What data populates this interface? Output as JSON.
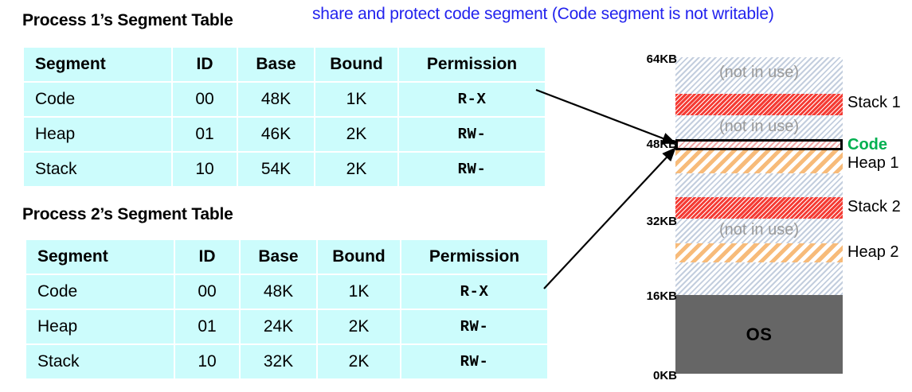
{
  "annotation": {
    "blue_note": "share and protect code segment (Code segment is not writable)"
  },
  "tables": [
    {
      "title": "Process 1’s Segment Table",
      "columns": [
        "Segment",
        "ID",
        "Base",
        "Bound",
        "Permission"
      ],
      "rows": [
        {
          "segment": "Code",
          "id": "00",
          "base": "48K",
          "bound": "1K",
          "permission": "R-X"
        },
        {
          "segment": "Heap",
          "id": "01",
          "base": "46K",
          "bound": "2K",
          "permission": "RW-"
        },
        {
          "segment": "Stack",
          "id": "10",
          "base": "54K",
          "bound": "2K",
          "permission": "RW-"
        }
      ]
    },
    {
      "title": "Process 2’s Segment Table",
      "columns": [
        "Segment",
        "ID",
        "Base",
        "Bound",
        "Permission"
      ],
      "rows": [
        {
          "segment": "Code",
          "id": "00",
          "base": "48K",
          "bound": "1K",
          "permission": "R-X"
        },
        {
          "segment": "Heap",
          "id": "01",
          "base": "24K",
          "bound": "2K",
          "permission": "RW-"
        },
        {
          "segment": "Stack",
          "id": "10",
          "base": "32K",
          "bound": "2K",
          "permission": "RW-"
        }
      ]
    }
  ],
  "memory_map": {
    "axis_labels": [
      "64KB",
      "48KB",
      "32KB",
      "16KB",
      "0KB"
    ],
    "axis_ticks": [
      {
        "label": "64KB",
        "value_kb": 64
      },
      {
        "label": "48KB",
        "value_kb": 48
      },
      {
        "label": "32KB",
        "value_kb": 32
      },
      {
        "label": "16KB",
        "value_kb": 16
      },
      {
        "label": "0KB",
        "value_kb": 0
      }
    ],
    "free_text": "(not in use)",
    "os_label": "OS",
    "region_labels": {
      "stack1": "Stack 1",
      "code": "Code",
      "heap1": "Heap 1",
      "stack2": "Stack 2",
      "heap2": "Heap 2"
    },
    "colors": {
      "free_hatch": "#c3cede",
      "stack_hatch": "#f43b34",
      "heap_hatch": "#f7bb7a",
      "code_fill": "#f0a8a8",
      "os_fill": "#666666",
      "code_label": "#00b050",
      "note_blue": "#2222ee",
      "table_cell": "#ccfcfc"
    }
  }
}
